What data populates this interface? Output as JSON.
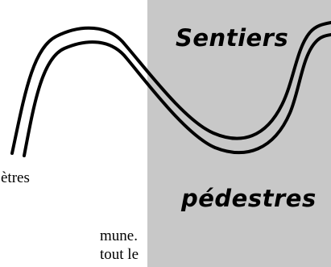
{
  "panel": {
    "color": "#c8c8c8"
  },
  "title": {
    "line1": "Sentiers",
    "line2": "pédestres"
  },
  "body_text": {
    "fragment1": "ètres",
    "fragment2": "mune.",
    "fragment3": "tout le"
  }
}
